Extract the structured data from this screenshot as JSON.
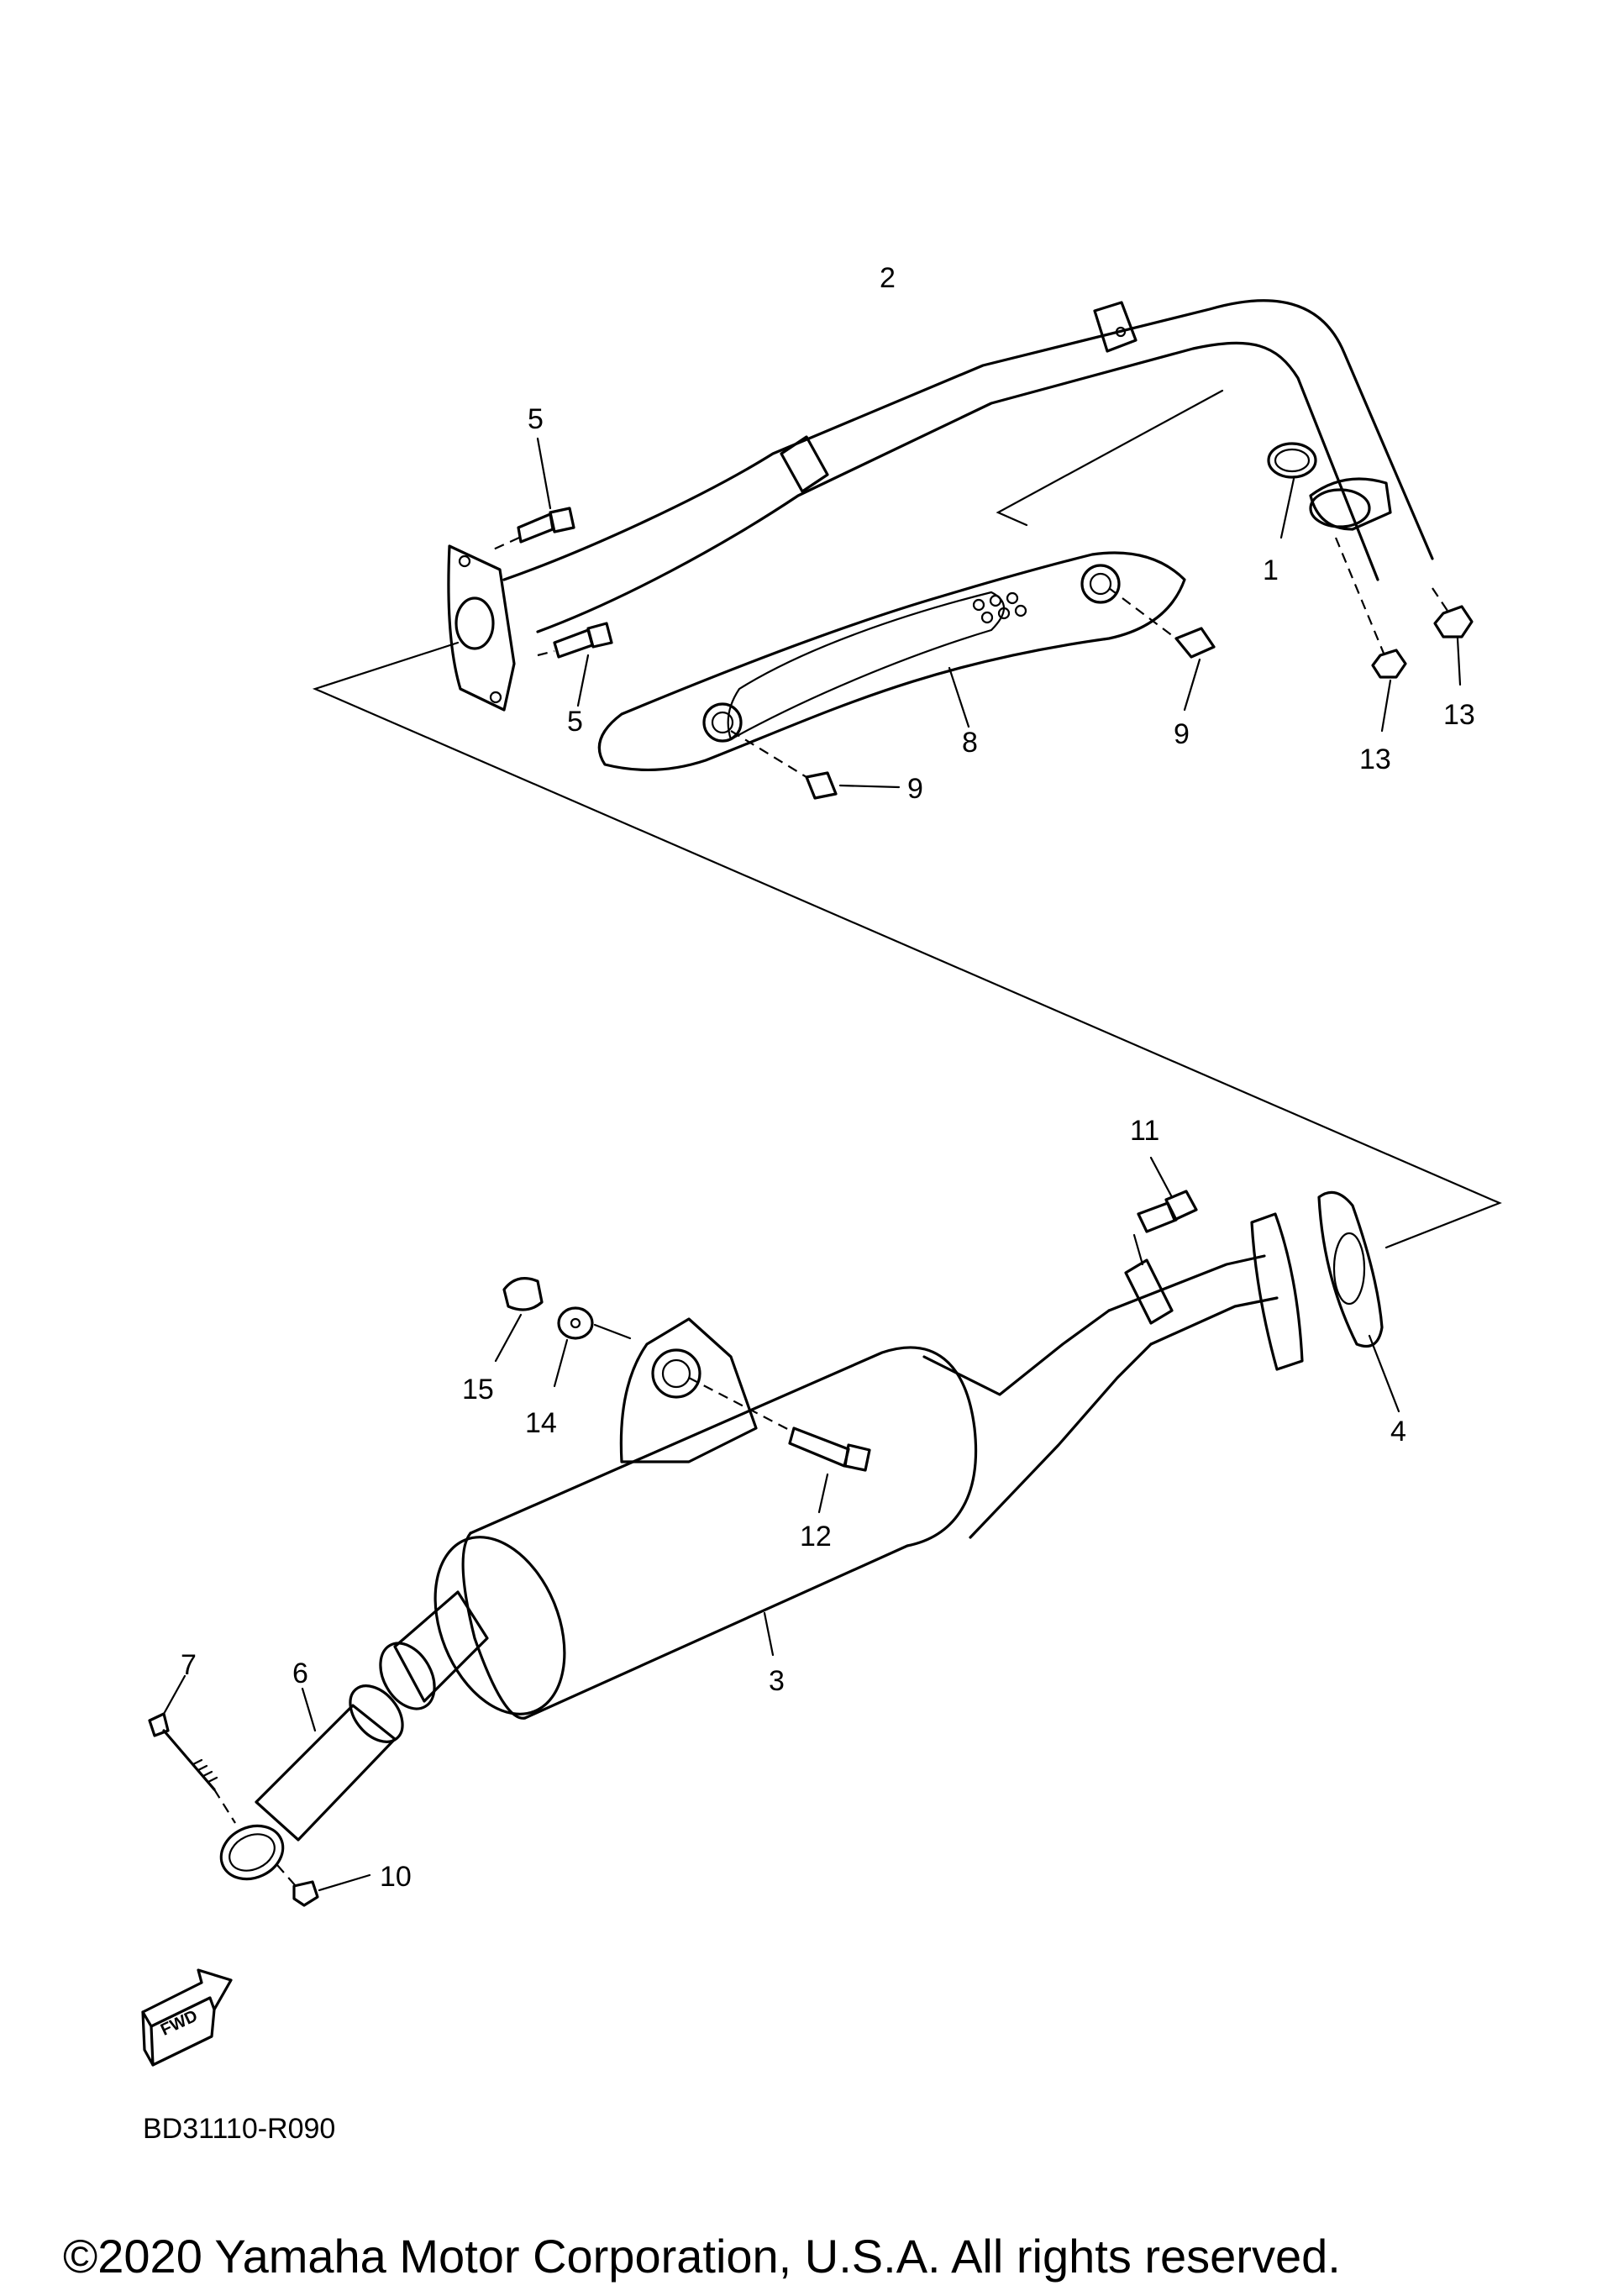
{
  "callouts": [
    {
      "id": "1",
      "label": "1"
    },
    {
      "id": "2",
      "label": "2"
    },
    {
      "id": "3",
      "label": "3"
    },
    {
      "id": "4",
      "label": "4"
    },
    {
      "id": "5a",
      "label": "5"
    },
    {
      "id": "5b",
      "label": "5"
    },
    {
      "id": "6",
      "label": "6"
    },
    {
      "id": "7",
      "label": "7"
    },
    {
      "id": "8",
      "label": "8"
    },
    {
      "id": "9a",
      "label": "9"
    },
    {
      "id": "9b",
      "label": "9"
    },
    {
      "id": "10",
      "label": "10"
    },
    {
      "id": "11",
      "label": "11"
    },
    {
      "id": "12",
      "label": "12"
    },
    {
      "id": "13a",
      "label": "13"
    },
    {
      "id": "13b",
      "label": "13"
    },
    {
      "id": "14",
      "label": "14"
    },
    {
      "id": "15",
      "label": "15"
    }
  ],
  "fwd_badge": "FWD",
  "diagram_code": "BD31110-R090",
  "copyright": "©2020 Yamaha Motor Corporation, U.S.A. All rights reserved."
}
